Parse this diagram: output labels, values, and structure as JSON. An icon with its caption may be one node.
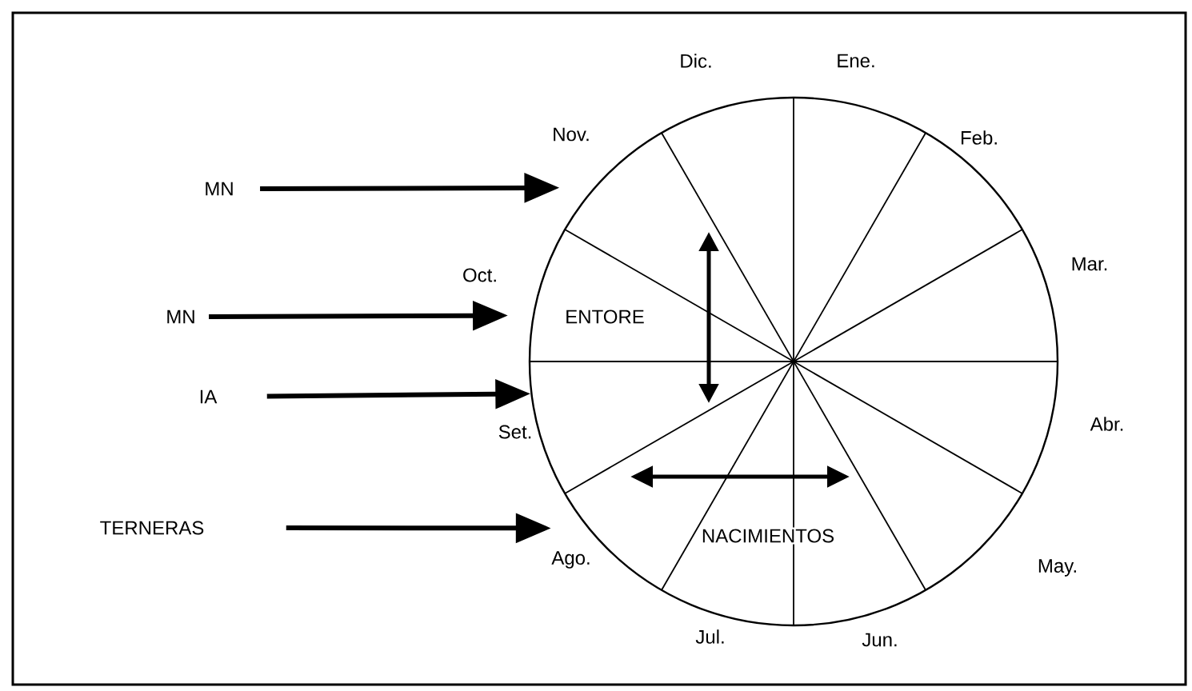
{
  "diagram": {
    "nodes": [
      {
        "text": [
          "MN"
        ]
      },
      {
        "text": [
          "MN"
        ]
      },
      {
        "text": [
          "IA"
        ]
      },
      {
        "text": [
          "TERNERAS"
        ]
      },
      {
        "text": [],
        "shape": "circle"
      }
    ],
    "edges": [
      {
        "from": 0,
        "to": 4,
        "arrow": "to"
      },
      {
        "from": 1,
        "to": 4,
        "arrow": "to"
      },
      {
        "from": 2,
        "to": 4,
        "arrow": "to"
      },
      {
        "from": 3,
        "to": 4,
        "arrow": "to"
      }
    ],
    "labels": [
      "Dic.",
      "Ene.",
      "Nov.",
      "Feb.",
      "Oct.",
      "Mar.",
      "ENTORE",
      "Set.",
      "Abr.",
      "NACIMIENTOS",
      "Ago.",
      "May.",
      "Jul.",
      "Jun."
    ]
  }
}
